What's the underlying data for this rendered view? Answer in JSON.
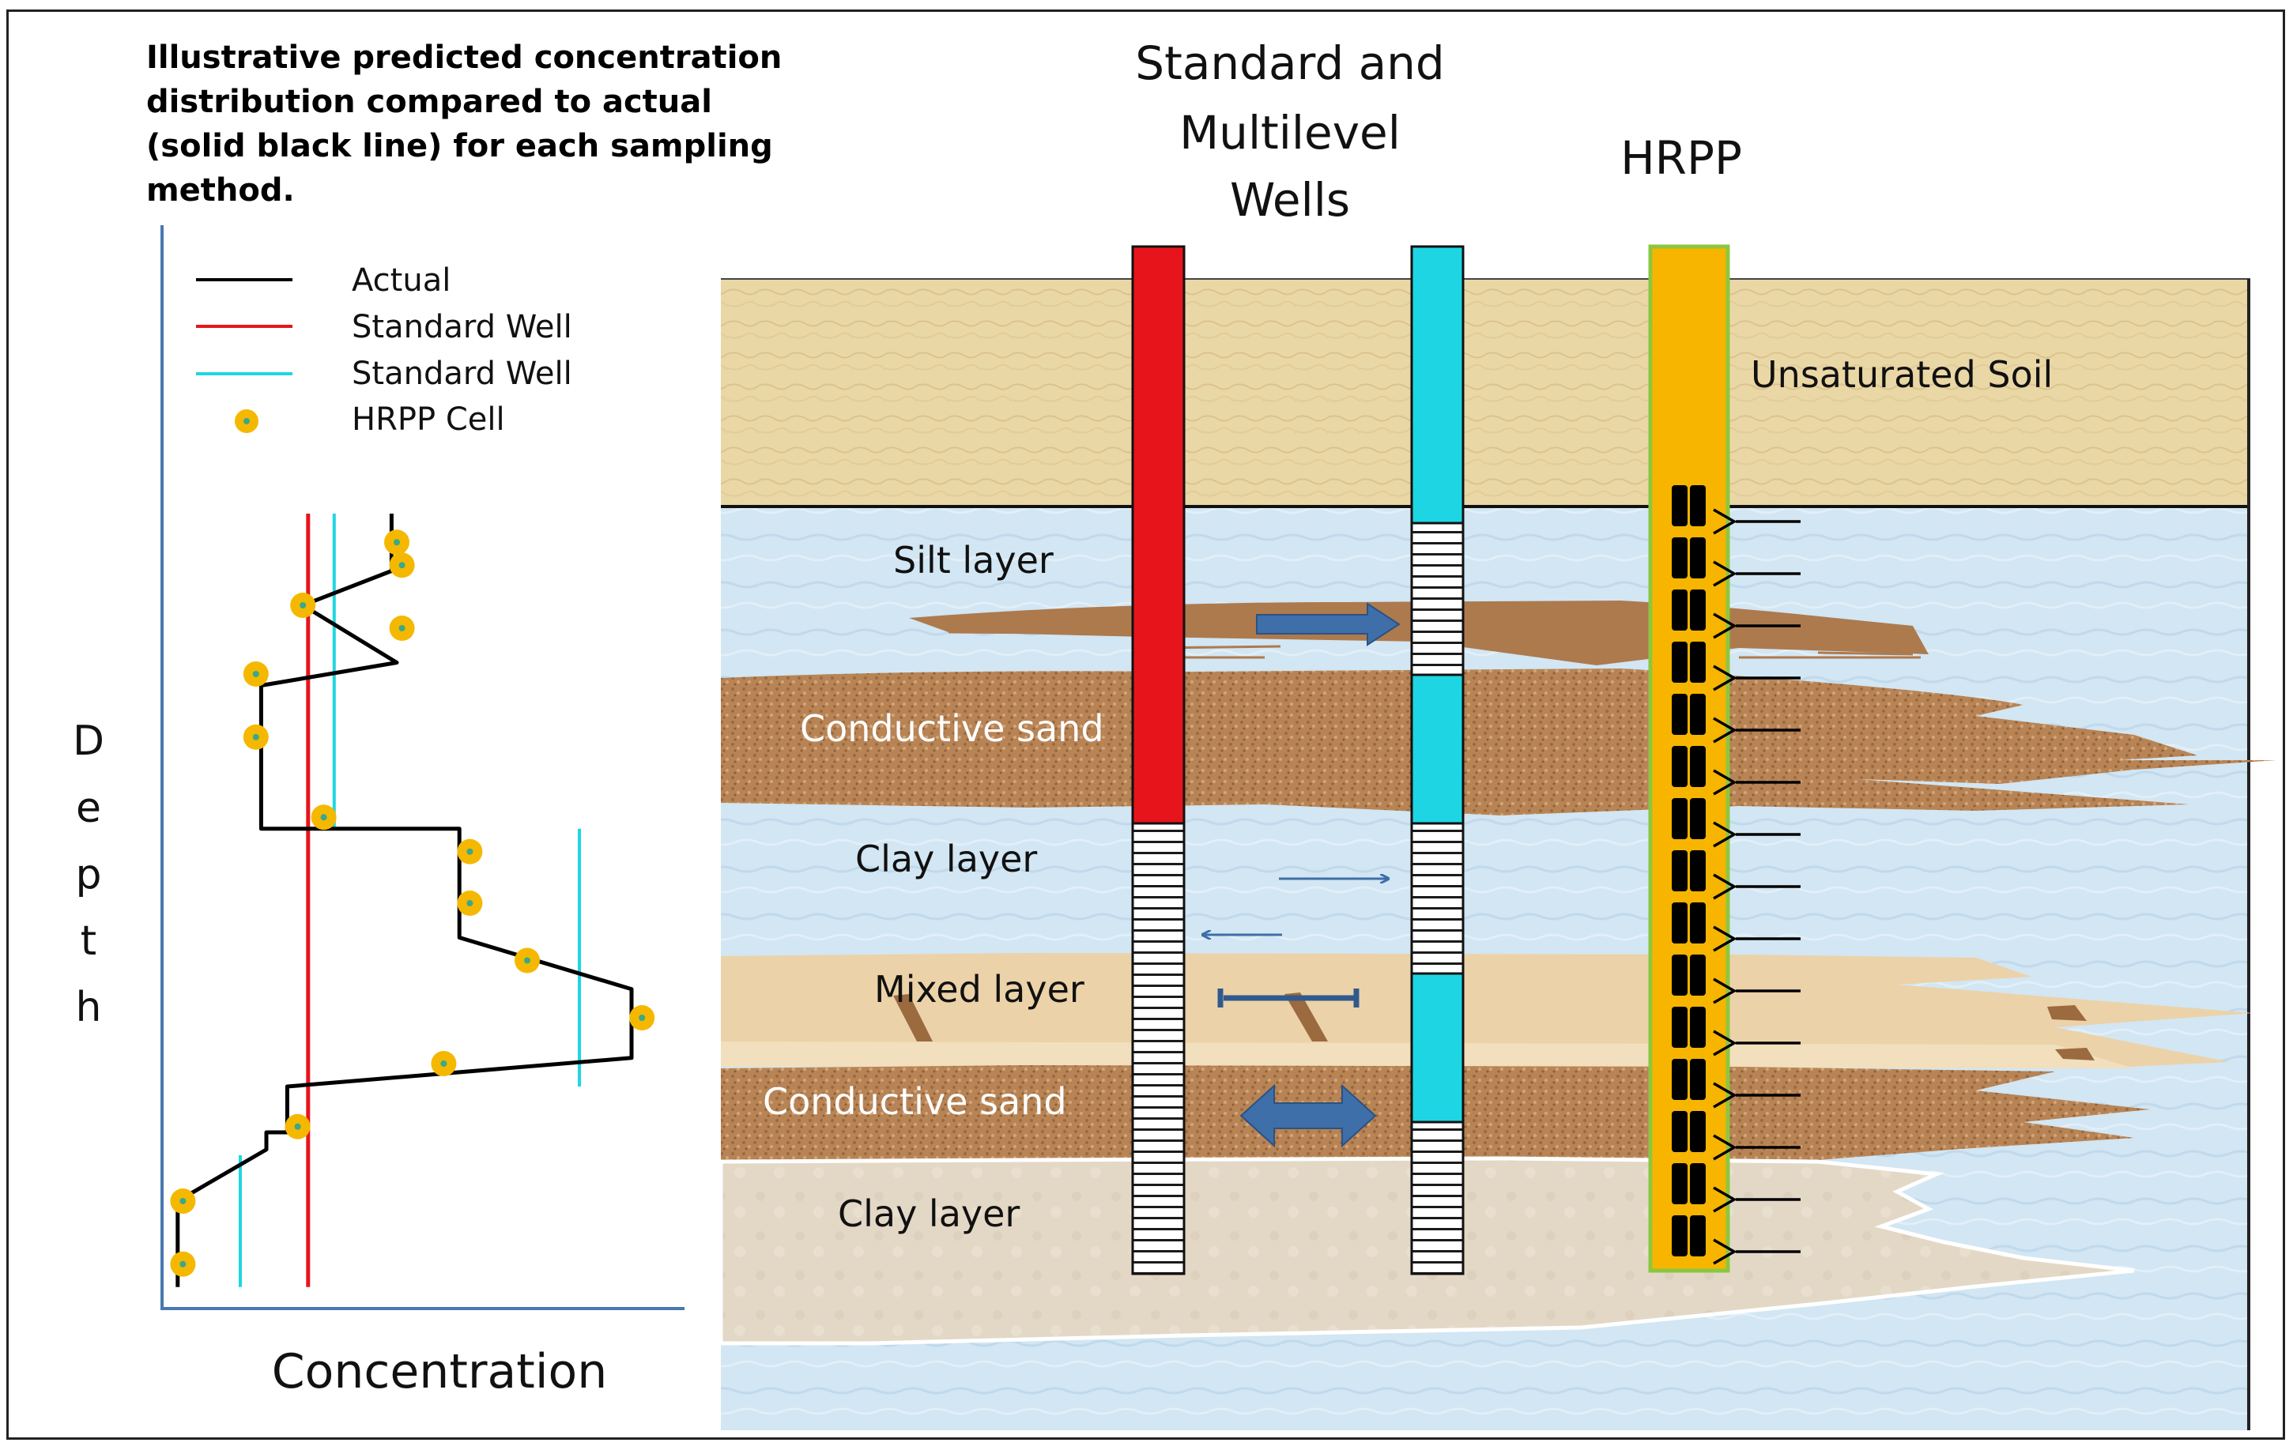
{
  "title_lines": [
    "Illustrative predicted concentration",
    "distribution compared to actual",
    "(solid black line) for each sampling",
    "method."
  ],
  "legend": [
    {
      "label": "Actual",
      "color": "#000000",
      "kind": "line"
    },
    {
      "label": "Standard Well",
      "color": "#e8141b",
      "kind": "line"
    },
    {
      "label": "Standard Well",
      "color": "#1ed6e3",
      "kind": "line"
    },
    {
      "label": "HRPP Cell",
      "color": "#f5b800",
      "kind": "dot"
    }
  ],
  "axes": {
    "y_label_letters": [
      "D",
      "e",
      "p",
      "t",
      "h"
    ],
    "x_label": "Concentration"
  },
  "headers": {
    "wells_lines": [
      "Standard and",
      "Multilevel",
      "Wells"
    ],
    "hrpp": "HRPP"
  },
  "layers": {
    "unsaturated": "Unsaturated Soil",
    "silt": "Silt layer",
    "sand1": "Conductive sand",
    "clay1": "Clay layer",
    "mixed": "Mixed layer",
    "sand2": "Conductive sand",
    "clay2": "Clay layer"
  },
  "colors": {
    "actual": "#000000",
    "standard_well": "#e8141b",
    "multilevel_well": "#1ed6e3",
    "hrpp": "#f5b800",
    "flow_arrow": "#3f6fa8",
    "soil": "#e9d6a6",
    "water": "#cfe4f2",
    "sand": "#b98556",
    "clay": "#e4dac8"
  },
  "chart_data": {
    "type": "line",
    "xlabel": "Concentration",
    "ylabel": "Depth",
    "y_inverted": true,
    "series": [
      {
        "name": "Actual",
        "points": [
          [
            0.44,
            0.0
          ],
          [
            0.44,
            0.1
          ],
          [
            0.27,
            0.16
          ],
          [
            0.45,
            0.26
          ],
          [
            0.19,
            0.3
          ],
          [
            0.19,
            0.55
          ],
          [
            0.57,
            0.55
          ],
          [
            0.57,
            0.74
          ],
          [
            0.9,
            0.83
          ],
          [
            0.9,
            0.95
          ],
          [
            0.24,
            1.0
          ],
          [
            0.24,
            1.08
          ],
          [
            0.2,
            1.08
          ],
          [
            0.2,
            1.11
          ],
          [
            0.03,
            1.2
          ],
          [
            0.03,
            1.35
          ]
        ]
      },
      {
        "name": "Standard Well",
        "segments": [
          [
            0.28,
            0.0,
            0.28,
            1.35
          ]
        ]
      },
      {
        "name": "Standard Well",
        "segments": [
          [
            0.33,
            0.0,
            0.33,
            0.55
          ],
          [
            0.8,
            0.55,
            0.8,
            1.0
          ],
          [
            0.15,
            1.12,
            0.15,
            1.35
          ]
        ]
      },
      {
        "name": "HRPP Cell",
        "points": [
          [
            0.45,
            0.05
          ],
          [
            0.46,
            0.09
          ],
          [
            0.27,
            0.16
          ],
          [
            0.46,
            0.2
          ],
          [
            0.18,
            0.28
          ],
          [
            0.18,
            0.39
          ],
          [
            0.31,
            0.53
          ],
          [
            0.59,
            0.59
          ],
          [
            0.59,
            0.68
          ],
          [
            0.7,
            0.78
          ],
          [
            0.92,
            0.88
          ],
          [
            0.54,
            0.96
          ],
          [
            0.26,
            1.07
          ],
          [
            0.04,
            1.2
          ],
          [
            0.04,
            1.31
          ]
        ]
      }
    ]
  }
}
